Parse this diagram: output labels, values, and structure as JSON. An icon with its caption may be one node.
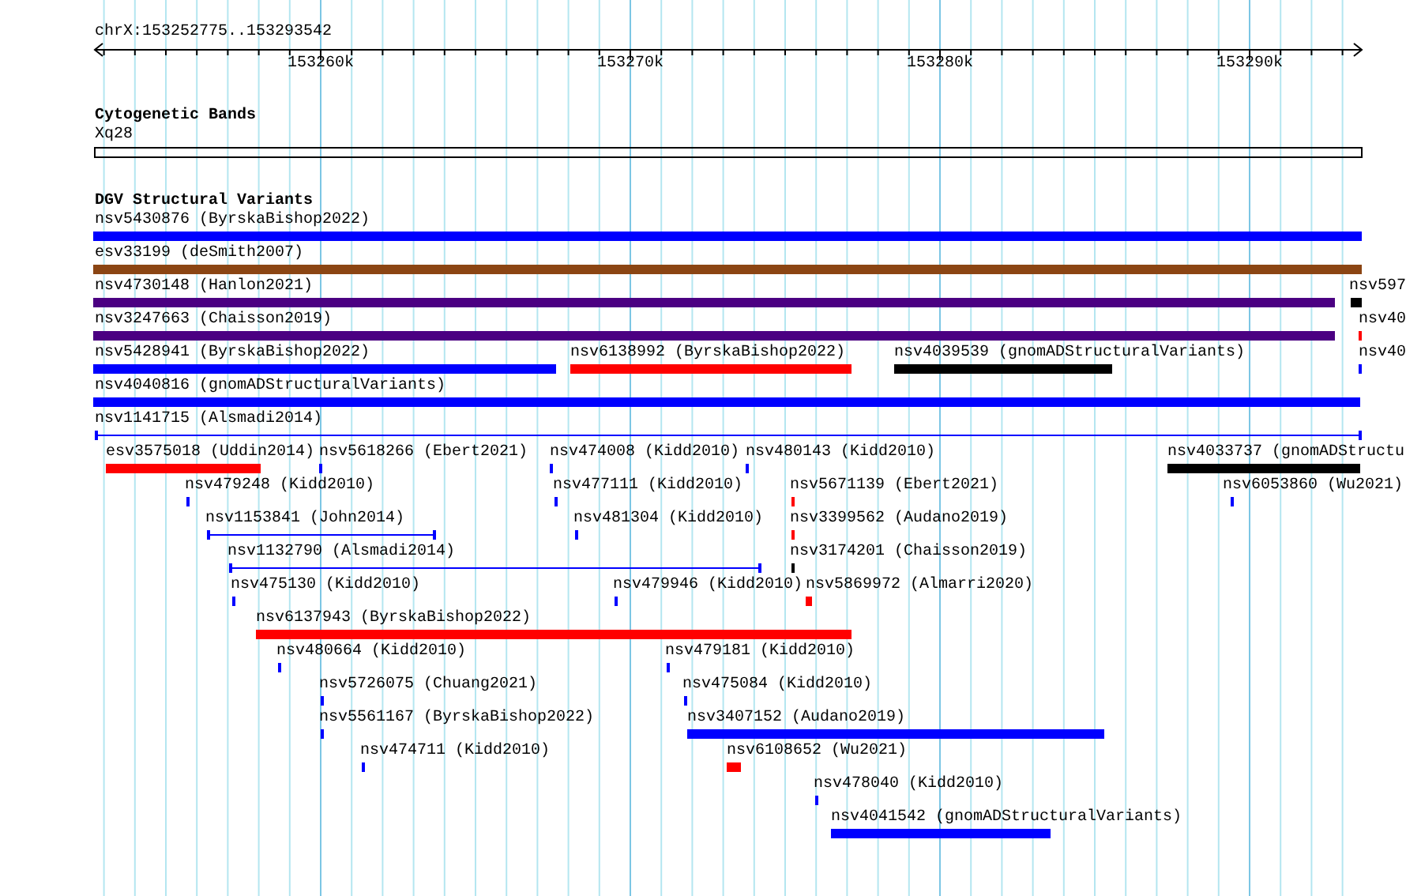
{
  "diagram": {
    "nodes": [
      {
        "text": [
          "nsv5430876 (ByrskaBishop2022)"
        ]
      },
      {
        "text": [
          "esv33199 (deSmith2007)"
        ]
      },
      {
        "text": [
          "nsv4730148 (Hanlon2021)"
        ]
      },
      {
        "text": [
          "nsv597"
        ]
      },
      {
        "text": [
          "nsv3247663 (Chaisson2019)"
        ]
      },
      {
        "text": [
          "nsv40"
        ]
      },
      {
        "text": [
          "nsv5428941 (ByrskaBishop2022)"
        ]
      },
      {
        "text": [
          "nsv6138992 (ByrskaBishop2022)"
        ]
      },
      {
        "text": [
          "nsv4039539 (gnomADStructuralVariants)"
        ]
      },
      {
        "text": [
          "nsv40"
        ]
      },
      {
        "text": [
          "nsv4040816 (gnomADStructuralVariants)"
        ]
      },
      {
        "text": [
          "nsv1141715 (Alsmadi2014)"
        ]
      },
      {
        "text": [
          "esv3575018 (Uddin2014)"
        ]
      },
      {
        "text": [
          "nsv5618266 (Ebert2021)"
        ]
      },
      {
        "text": [
          "nsv474008 (Kidd2010)"
        ]
      },
      {
        "text": [
          "nsv480143 (Kidd2010)"
        ]
      },
      {
        "text": [
          "nsv4033737 (gnomADStructu"
        ]
      },
      {
        "text": [
          "nsv479248 (Kidd2010)"
        ]
      },
      {
        "text": [
          "nsv477111 (Kidd2010)"
        ]
      },
      {
        "text": [
          "nsv5671139 (Ebert2021)"
        ]
      },
      {
        "text": [
          "nsv6053860 (Wu2021)"
        ]
      },
      {
        "text": [
          "nsv1153841 (John2014)"
        ]
      },
      {
        "text": [
          "nsv481304 (Kidd2010)"
        ]
      },
      {
        "text": [
          "nsv3399562 (Audano2019)"
        ]
      },
      {
        "text": [
          "nsv1132790 (Alsmadi2014)"
        ]
      },
      {
        "text": [
          "nsv3174201 (Chaisson2019)"
        ]
      },
      {
        "text": [
          "nsv475130 (Kidd2010)"
        ]
      },
      {
        "text": [
          "nsv479946 (Kidd2010)"
        ]
      },
      {
        "text": [
          "nsv5869972 (Almarri2020)"
        ]
      },
      {
        "text": [
          "nsv6137943 (ByrskaBishop2022)"
        ]
      },
      {
        "text": [
          "nsv480664 (Kidd2010)"
        ]
      },
      {
        "text": [
          "nsv479181 (Kidd2010)"
        ]
      },
      {
        "text": [
          "nsv5726075 (Chuang2021)"
        ]
      },
      {
        "text": [
          "nsv475084 (Kidd2010)"
        ]
      },
      {
        "text": [
          "nsv5561167 (ByrskaBishop2022)"
        ]
      },
      {
        "text": [
          "nsv3407152 (Audano2019)"
        ]
      },
      {
        "text": [
          "nsv474711 (Kidd2010)"
        ]
      },
      {
        "text": [
          "nsv6108652 (Wu2021)"
        ]
      },
      {
        "text": [
          "nsv478040 (Kidd2010)"
        ]
      },
      {
        "text": [
          "nsv4041542 (gnomADStructuralVariants)"
        ]
      }
    ],
    "labels": [
      "chrX:153252775..153293542",
      "153260k",
      "153270k",
      "153280k",
      "153290k",
      "Cytogenetic Bands",
      "Xq28",
      "DGV Structural Variants"
    ]
  }
}
